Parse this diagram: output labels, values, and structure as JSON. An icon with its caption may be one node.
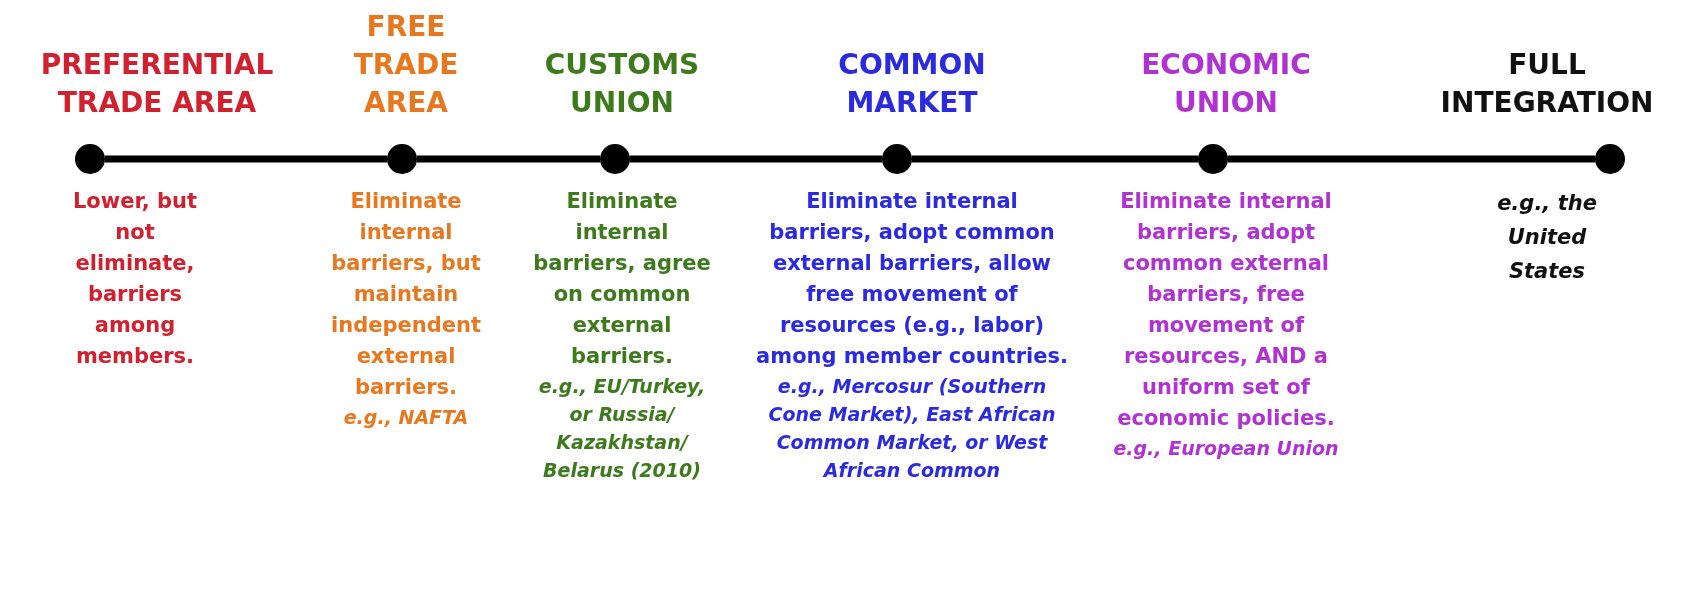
{
  "diagram": {
    "nodes": [
      {
        "text": [],
        "shape": "circle",
        "beside": [
          "PREFERENTIAL TRADE AREA",
          "Lower, but not eliminate, barriers among members."
        ]
      },
      {
        "text": [],
        "shape": "circle",
        "beside": [
          "FREE TRADE AREA",
          "Eliminate internal barriers, but maintain independent external barriers.",
          "e.g., NAFTA"
        ]
      },
      {
        "text": [],
        "shape": "circle",
        "beside": [
          "CUSTOMS UNION",
          "Eliminate internal barriers, agree on common external barriers.",
          "e.g., EU/Turkey, or Russia/ Kazakhstan/ Belarus (2010)"
        ]
      },
      {
        "text": [],
        "shape": "circle",
        "beside": [
          "COMMON MARKET",
          "Eliminate internal barriers, adopt common external barriers, allow free movement of resources (e.g., labor) among member countries.",
          "e.g., Mercosur (Southern Cone Market), East African Common Market, or West African Common"
        ]
      },
      {
        "text": [],
        "shape": "circle",
        "beside": [
          "ECONOMIC UNION",
          "Eliminate internal barriers, adopt common external barriers, free movement of resources, AND a uniform set of economic policies.",
          "e.g., European Union"
        ]
      },
      {
        "text": [],
        "shape": "circle",
        "beside": [
          "FULL INTEGRATION",
          "e.g., the United States"
        ]
      }
    ],
    "edges": [
      {
        "from": 0,
        "to": 1,
        "arrow": "none"
      },
      {
        "from": 1,
        "to": 2,
        "arrow": "none"
      },
      {
        "from": 2,
        "to": 3,
        "arrow": "none"
      },
      {
        "from": 3,
        "to": 4,
        "arrow": "none"
      },
      {
        "from": 4,
        "to": 5,
        "arrow": "none"
      }
    ]
  }
}
